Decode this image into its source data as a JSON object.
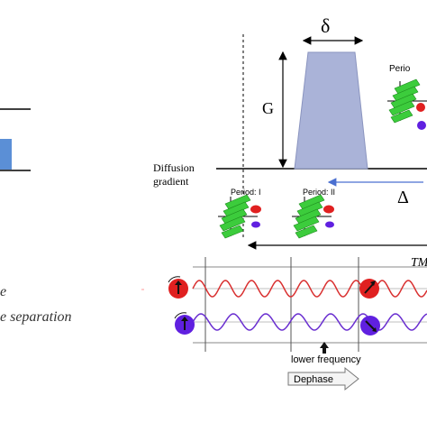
{
  "labels": {
    "delta_small": "δ",
    "gradient_G": "G",
    "diffusion": "Diffusion",
    "gradient": "gradient",
    "delta_big": "Δ",
    "tm": "TM",
    "period_i": "Period: I",
    "period_ii": "Period: II",
    "period_top": "Perio",
    "left_text_1": "e",
    "left_text_2": "e separation",
    "lower_frequency": "lower frequency",
    "dephase": "Dephase"
  },
  "colors": {
    "gradient_pulse": "#aab3d8",
    "left_pulse": "#5b8fd6",
    "spin_red": "#e02020",
    "spin_blue": "#6020e0",
    "wave_red": "#d93030",
    "wave_purple": "#6a2fd0",
    "spin_green": "#3ccc3c",
    "arrow_blue": "#4a6fd0"
  },
  "icons": [
    "spin-stack-icon",
    "spin-red-dot-icon",
    "spin-blue-dot-icon",
    "up-arrow-icon",
    "dephase-arrow-icon"
  ]
}
